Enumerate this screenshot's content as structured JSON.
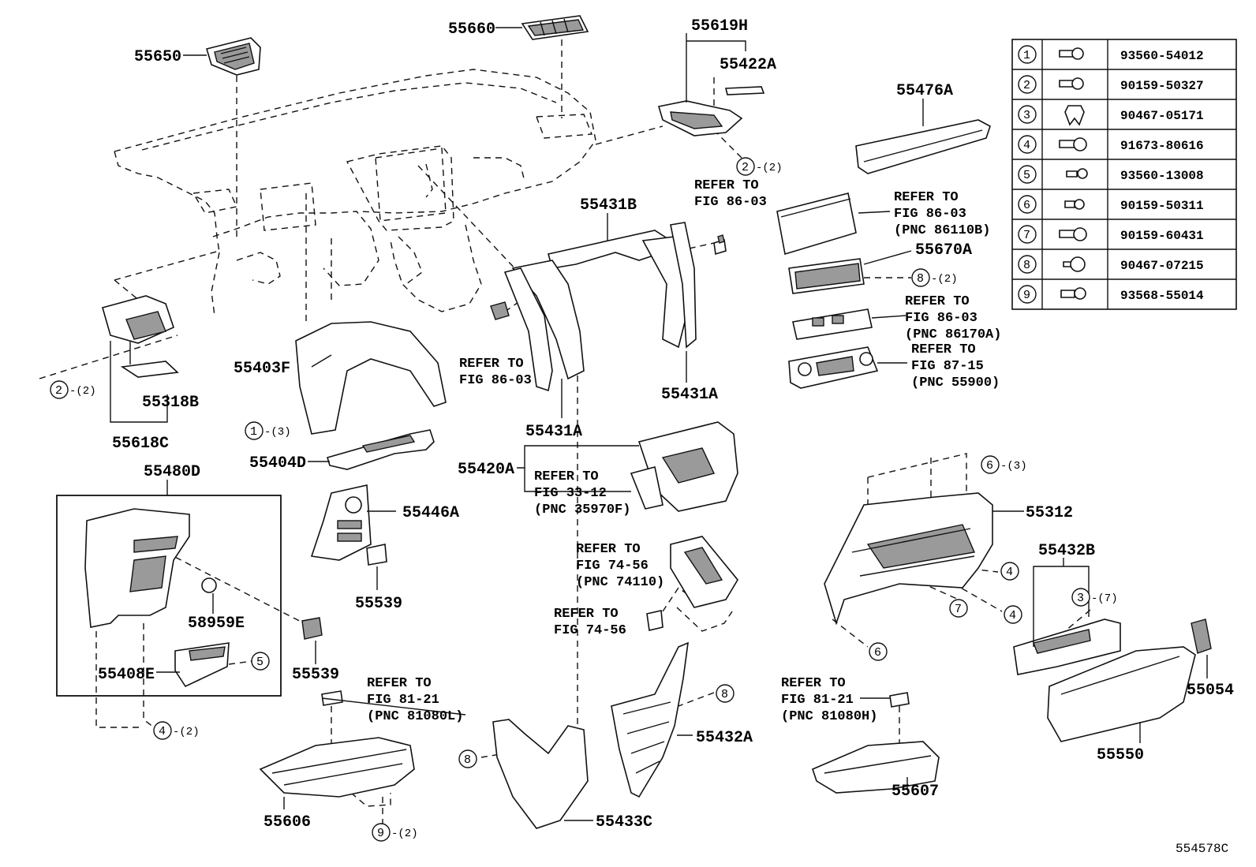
{
  "diagram": {
    "figure_number": "554578C",
    "parts": {
      "p55650": "55650",
      "p55660": "55660",
      "p55619H": "55619H",
      "p55422A": "55422A",
      "p55476A": "55476A",
      "p55431B": "55431B",
      "p55403F": "55403F",
      "p55318B": "55318B",
      "p55618C": "55618C",
      "p55431A_r": "55431A",
      "p55431A_l": "55431A",
      "p55670A": "55670A",
      "p55404D": "55404D",
      "p55480D": "55480D",
      "p55420A": "55420A",
      "p55446A": "55446A",
      "p55312": "55312",
      "p55432B": "55432B",
      "p58959E": "58959E",
      "p55539_a": "55539",
      "p55539_b": "55539",
      "p55408E": "55408E",
      "p55054": "55054",
      "p55432A": "55432A",
      "p55550": "55550",
      "p55606": "55606",
      "p55607": "55607",
      "p55433C": "55433C"
    },
    "references": {
      "r_86_03_top": [
        "REFER TO",
        "FIG 86-03"
      ],
      "r_86110B": [
        "REFER TO",
        "FIG 86-03",
        "(PNC 86110B)"
      ],
      "r_86170A": [
        "REFER TO",
        "FIG 86-03",
        "(PNC 86170A)"
      ],
      "r_55900": [
        "REFER TO",
        "FIG 87-15",
        "(PNC 55900)"
      ],
      "r_86_03_left": [
        "REFER TO",
        "FIG 86-03"
      ],
      "r_35970F": [
        "REFER TO",
        "FIG 33-12",
        "(PNC 35970F)"
      ],
      "r_74110": [
        "REFER TO",
        "FIG 74-56",
        "(PNC 74110)"
      ],
      "r_74_56": [
        "REFER TO",
        "FIG 74-56"
      ],
      "r_81080L": [
        "REFER TO",
        "FIG 81-21",
        "(PNC 81080L)"
      ],
      "r_81080H": [
        "REFER TO",
        "FIG 81-21",
        "(PNC 81080H)"
      ]
    },
    "callouts": {
      "c2_top": {
        "num": "2",
        "qty": "-(2)"
      },
      "c2_left": {
        "num": "2",
        "qty": "-(2)"
      },
      "c8_r": {
        "num": "8",
        "qty": "-(2)"
      },
      "c1": {
        "num": "1",
        "qty": "-(3)"
      },
      "c6_top": {
        "num": "6",
        "qty": "-(3)"
      },
      "c4_a": {
        "num": "4",
        "qty": ""
      },
      "c7": {
        "num": "7",
        "qty": ""
      },
      "c4_b": {
        "num": "4",
        "qty": ""
      },
      "c6_b": {
        "num": "6",
        "qty": ""
      },
      "c3": {
        "num": "3",
        "qty": "-(7)"
      },
      "c5": {
        "num": "5",
        "qty": ""
      },
      "c4_c": {
        "num": "4",
        "qty": "-(2)"
      },
      "c8_m": {
        "num": "8",
        "qty": ""
      },
      "c8_l": {
        "num": "8",
        "qty": ""
      },
      "c9": {
        "num": "9",
        "qty": "-(2)"
      }
    }
  },
  "fastener_table": [
    {
      "no": "1",
      "part_no": "93560-54012",
      "icon": "screw-icon"
    },
    {
      "no": "2",
      "part_no": "90159-50327",
      "icon": "screw-icon"
    },
    {
      "no": "3",
      "part_no": "90467-05171",
      "icon": "clip-icon"
    },
    {
      "no": "4",
      "part_no": "91673-80616",
      "icon": "screw-icon"
    },
    {
      "no": "5",
      "part_no": "93560-13008",
      "icon": "screw-icon"
    },
    {
      "no": "6",
      "part_no": "90159-50311",
      "icon": "screw-icon"
    },
    {
      "no": "7",
      "part_no": "90159-60431",
      "icon": "screw-icon"
    },
    {
      "no": "8",
      "part_no": "90467-07215",
      "icon": "pin-icon"
    },
    {
      "no": "9",
      "part_no": "93568-55014",
      "icon": "screw-icon"
    }
  ]
}
